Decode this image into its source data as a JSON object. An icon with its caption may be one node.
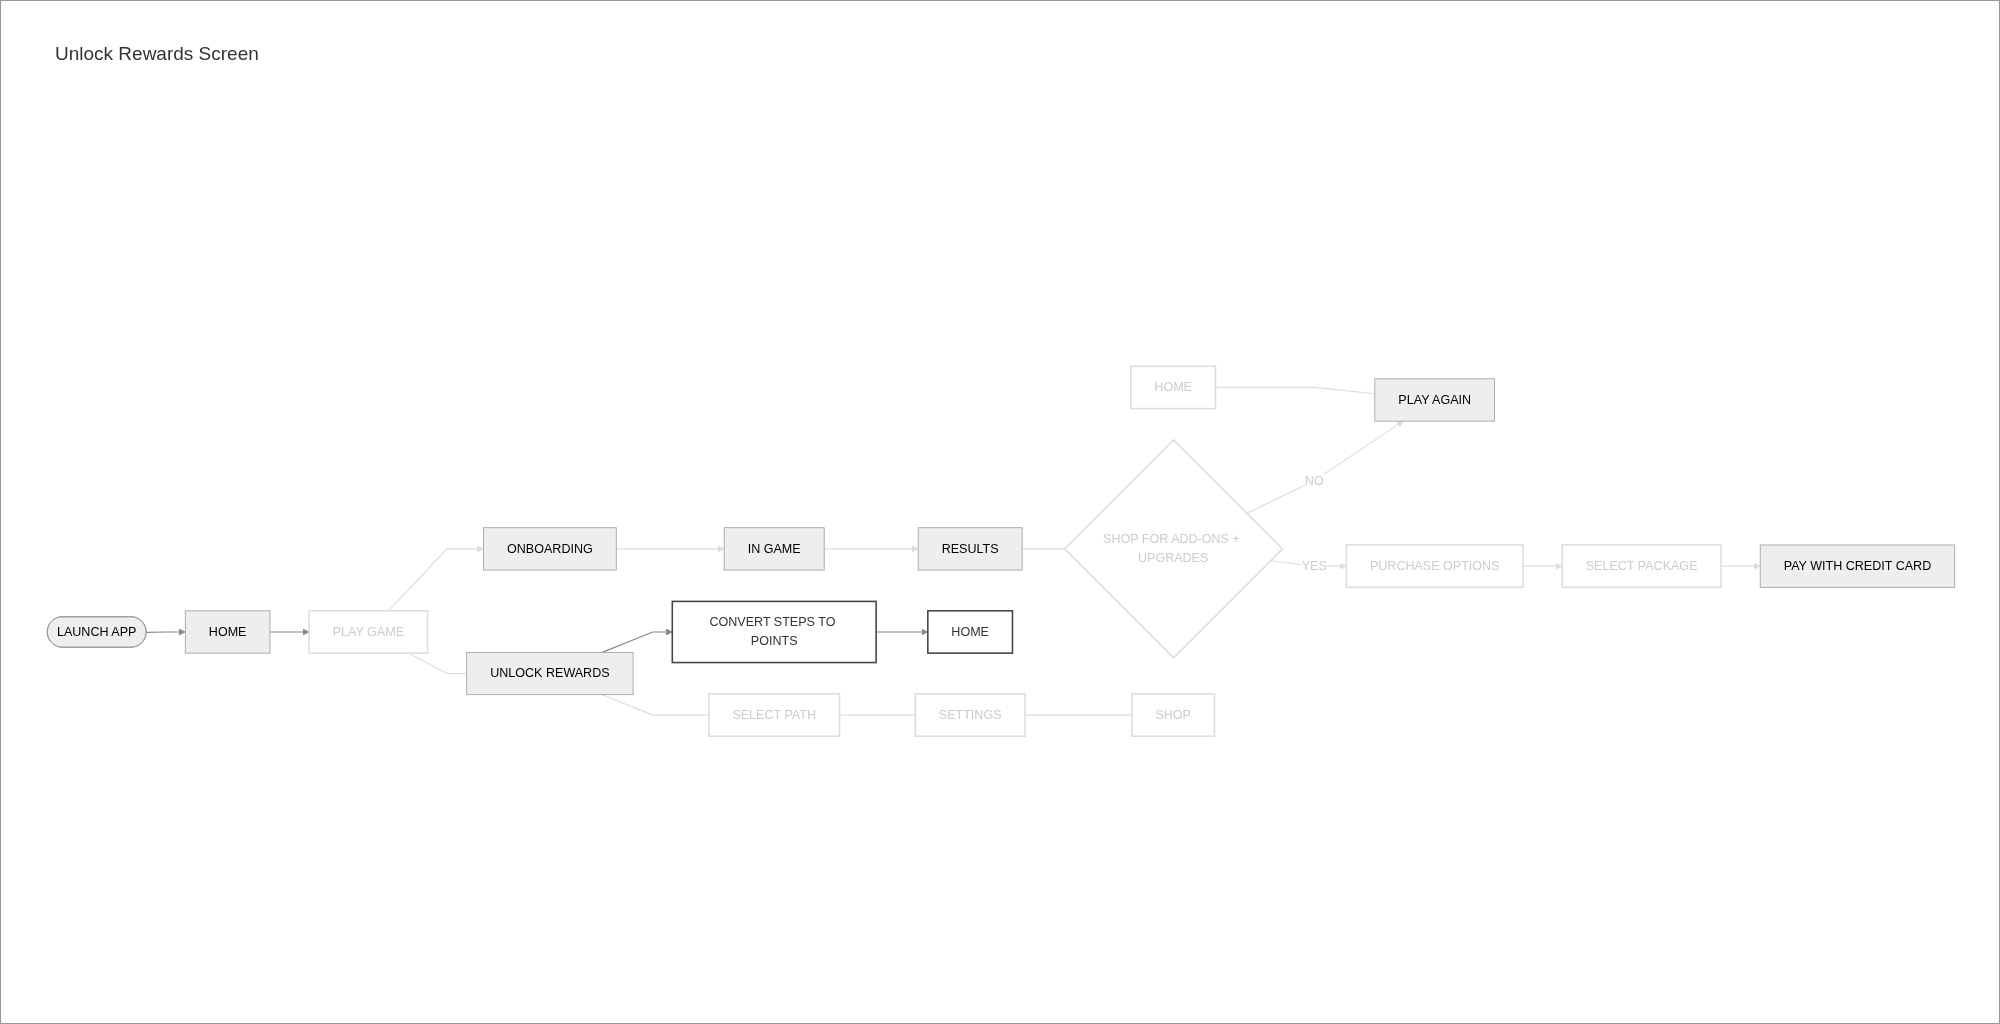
{
  "diagram": {
    "title": "Unlock Rewards Screen",
    "nodes": [
      {
        "text": [
          "LAUNCH APP"
        ]
      },
      {
        "text": [
          "HOME"
        ]
      },
      {
        "text": [
          "PLAY GAME"
        ]
      },
      {
        "text": [
          "ONBOARDING"
        ]
      },
      {
        "text": [
          "IN GAME"
        ]
      },
      {
        "text": [
          "RESULTS"
        ]
      },
      {
        "text": [
          "SHOP FOR ADD-ONS + UPGRADES"
        ]
      },
      {
        "text": [
          "HOME"
        ]
      },
      {
        "text": [
          "PLAY AGAIN"
        ]
      },
      {
        "text": [
          "UNLOCK REWARDS"
        ]
      },
      {
        "text": [
          "CONVERT STEPS TO POINTS"
        ]
      },
      {
        "text": [
          "HOME"
        ]
      },
      {
        "text": [
          "SELECT PATH"
        ]
      },
      {
        "text": [
          "SETTINGS"
        ]
      },
      {
        "text": [
          "SHOP"
        ]
      },
      {
        "text": [
          "PURCHASE OPTIONS"
        ]
      },
      {
        "text": [
          "SELECT PACKAGE"
        ]
      },
      {
        "text": [
          "PAY WITH CREDIT CARD"
        ]
      }
    ],
    "edges": [
      {
        "from": 0,
        "to": 1,
        "arrow": "to",
        "color": "#888888"
      },
      {
        "from": 1,
        "to": 2,
        "arrow": "to",
        "color": "#888888"
      },
      {
        "from": 2,
        "to": 3,
        "arrow": "to"
      },
      {
        "from": 3,
        "to": 4,
        "arrow": "to"
      },
      {
        "from": 4,
        "to": 5,
        "arrow": "to"
      },
      {
        "from": 5,
        "to": 6,
        "arrow": "none"
      },
      {
        "from": 6,
        "to": 8,
        "arrow": "to",
        "label": "NO"
      },
      {
        "from": 7,
        "to": 8,
        "arrow": "none"
      },
      {
        "from": 6,
        "to": 15,
        "arrow": "to",
        "label": "YES"
      },
      {
        "from": 15,
        "to": 16,
        "arrow": "to"
      },
      {
        "from": 16,
        "to": 17,
        "arrow": "to"
      },
      {
        "from": 2,
        "to": 9,
        "arrow": "none"
      },
      {
        "from": 9,
        "to": 10,
        "arrow": "to",
        "color": "#888888"
      },
      {
        "from": 10,
        "to": 11,
        "arrow": "to",
        "color": "#888888"
      },
      {
        "from": 9,
        "to": 12,
        "arrow": "none"
      },
      {
        "from": 12,
        "to": 13,
        "arrow": "none"
      },
      {
        "from": 13,
        "to": 14,
        "arrow": "none"
      }
    ]
  }
}
